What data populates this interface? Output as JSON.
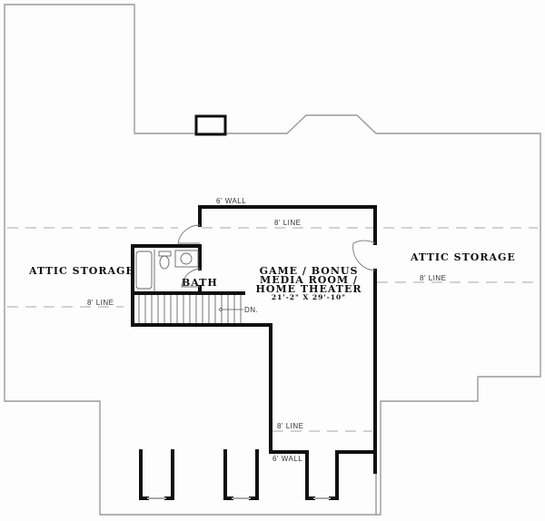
{
  "plan": {
    "rooms": {
      "attic_left": {
        "name": "ATTIC STORAGE"
      },
      "attic_right": {
        "name": "ATTIC STORAGE"
      },
      "bath": {
        "name": "BATH"
      },
      "main": {
        "line1": "GAME / BONUS",
        "line2": "MEDIA ROOM /",
        "line3": "HOME THEATER",
        "dimensions": "21'-2\" X 29'-10\""
      }
    },
    "annotations": {
      "wall_top": "6' WALL",
      "line_top": "8' LINE",
      "line_left": "8' LINE",
      "line_right": "8' LINE",
      "line_bottom": "8' LINE",
      "wall_bottom": "6' WALL",
      "stairs_down": "DN."
    },
    "colors": {
      "wall": "#111111",
      "outline": "#9a9a9a",
      "dash": "#a8a8a8",
      "background": "#fdfdfd"
    }
  }
}
